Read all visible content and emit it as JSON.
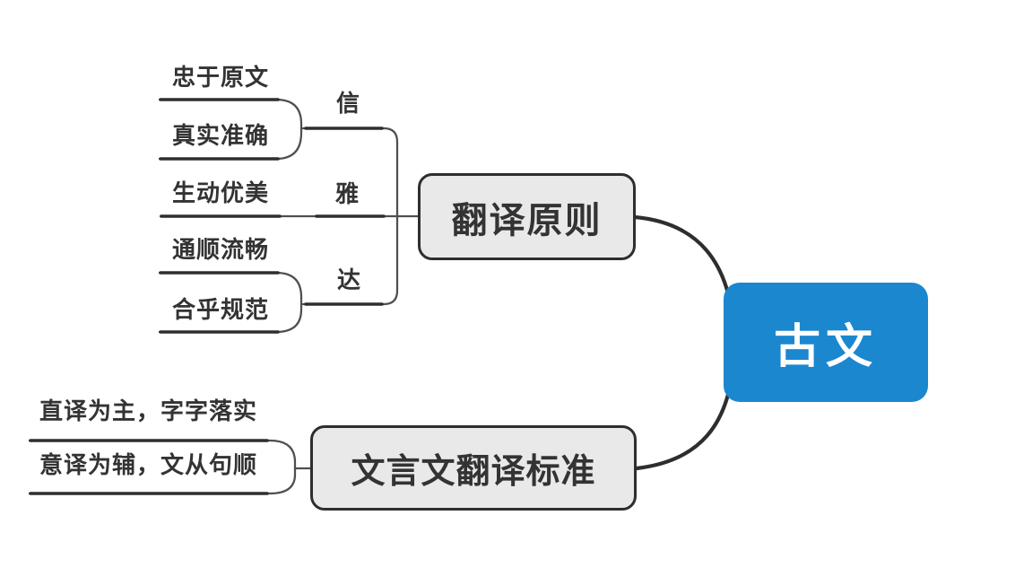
{
  "colors": {
    "background": "#ffffff",
    "line": "#4f4f4f",
    "line_strong": "#2e2e2e",
    "text": "#333333",
    "node_fill": "#e9e9e9",
    "node_border": "#2e2e2e",
    "root_fill": "#1b87cf",
    "root_text": "#ffffff"
  },
  "mindmap": {
    "root": {
      "label": "古文"
    },
    "branches": [
      {
        "label": "翻译原则",
        "children": [
          {
            "label": "信",
            "children": [
              {
                "label": "忠于原文"
              },
              {
                "label": "真实准确"
              }
            ]
          },
          {
            "label": "雅",
            "children": [
              {
                "label": "生动优美"
              }
            ]
          },
          {
            "label": "达",
            "children": [
              {
                "label": "通顺流畅"
              },
              {
                "label": "合乎规范"
              }
            ]
          }
        ]
      },
      {
        "label": "文言文翻译标准",
        "children": [
          {
            "label": "直译为主，字字落实"
          },
          {
            "label": "意译为辅，文从句顺"
          }
        ]
      }
    ]
  }
}
